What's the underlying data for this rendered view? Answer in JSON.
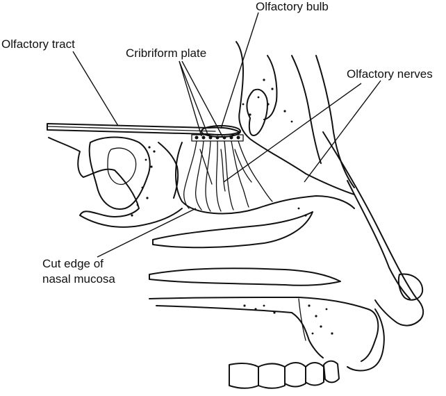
{
  "labels": {
    "olfactory_bulb": "Olfactory bulb",
    "olfactory_tract": "Olfactory tract",
    "cribriform_plate": "Cribriform plate",
    "olfactory_nerves": "Olfactory nerves",
    "cut_edge_line1": "Cut edge of",
    "cut_edge_line2": "nasal mucosa"
  }
}
